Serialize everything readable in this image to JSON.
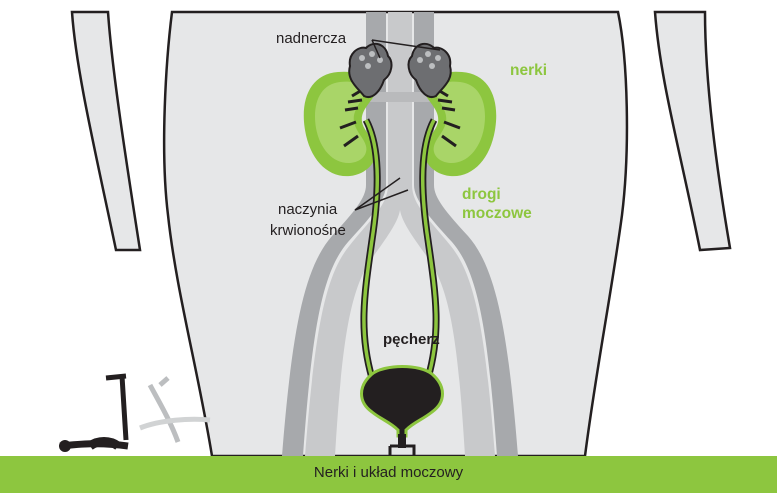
{
  "labels": {
    "adrenal_glands": "nadnercza",
    "kidneys": "nerki",
    "urinary_tract_line1": "drogi",
    "urinary_tract_line2": "moczowe",
    "blood_vessels_line1": "naczynia",
    "blood_vessels_line2": "krwionośne",
    "bladder": "pęcherz"
  },
  "caption": "Nerki i układ moczowy",
  "colors": {
    "body": "#e6e7e8",
    "vessel_light": "#c8c9cb",
    "vessel_dark": "#a7a9ac",
    "kidney_green": "#8dc63f",
    "ground_green": "#8dc63f",
    "outline": "#231f20",
    "adrenal": "#6d6e71"
  }
}
